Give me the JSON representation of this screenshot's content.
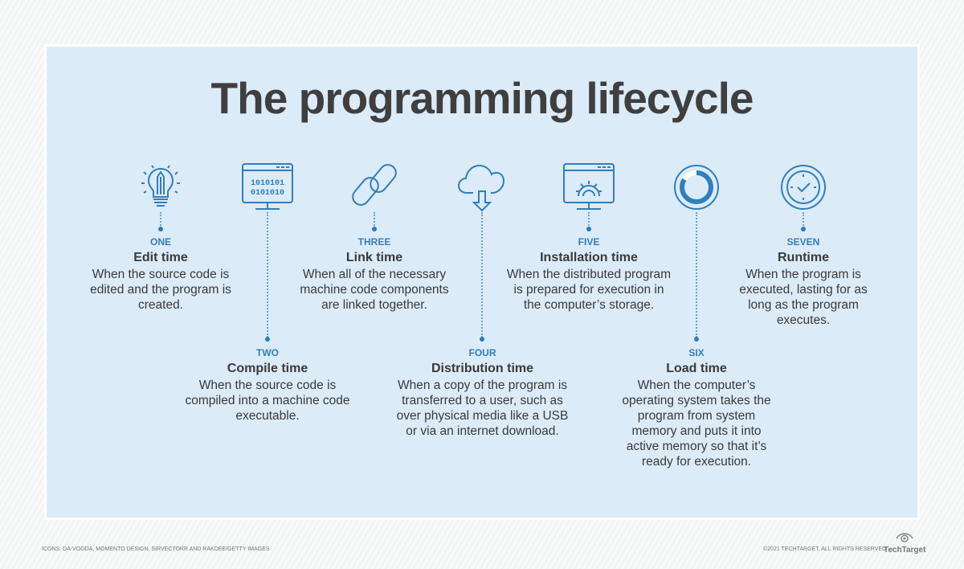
{
  "title": "The programming lifecycle",
  "steps": [
    {
      "num": "ONE",
      "name": "Edit time",
      "desc": "When the source code is edited and the program is created.",
      "icon": "lightbulb-pencil-icon"
    },
    {
      "num": "TWO",
      "name": "Compile time",
      "desc": "When the source code is compiled into a machine code executable.",
      "icon": "binary-monitor-icon"
    },
    {
      "num": "THREE",
      "name": "Link time",
      "desc": "When all of the necessary machine code components are linked together.",
      "icon": "chain-link-icon"
    },
    {
      "num": "FOUR",
      "name": "Distribution time",
      "desc": "When a copy of the program is transferred to a user, such as over physical media like a USB or via an internet download.",
      "icon": "cloud-download-icon"
    },
    {
      "num": "FIVE",
      "name": "Installation time",
      "desc": "When the distributed program is prepared for execution in the computer’s storage.",
      "icon": "monitor-gear-icon"
    },
    {
      "num": "SIX",
      "name": "Load time",
      "desc": "When the computer’s operating system takes the program from system memory and puts it into active memory so that it’s ready for execution.",
      "icon": "loading-circle-icon"
    },
    {
      "num": "SEVEN",
      "name": "Runtime",
      "desc": "When the program is executed, lasting for as long as the program executes.",
      "icon": "clock-icon"
    }
  ],
  "binary": [
    "1010101",
    "0101010"
  ],
  "footer": {
    "credits": "ICONS: DA-VOODA, MOMENTO DESIGN, SIRVECTORR AND RAKDEE/GETTY IMAGES",
    "copyright": "©2021 TECHTARGET. ALL RIGHTS RESERVED",
    "logo": "TechTarget"
  },
  "colors": {
    "accent": "#2f7fbd",
    "panel": "#dcebf8",
    "text": "#3a3a3a"
  }
}
